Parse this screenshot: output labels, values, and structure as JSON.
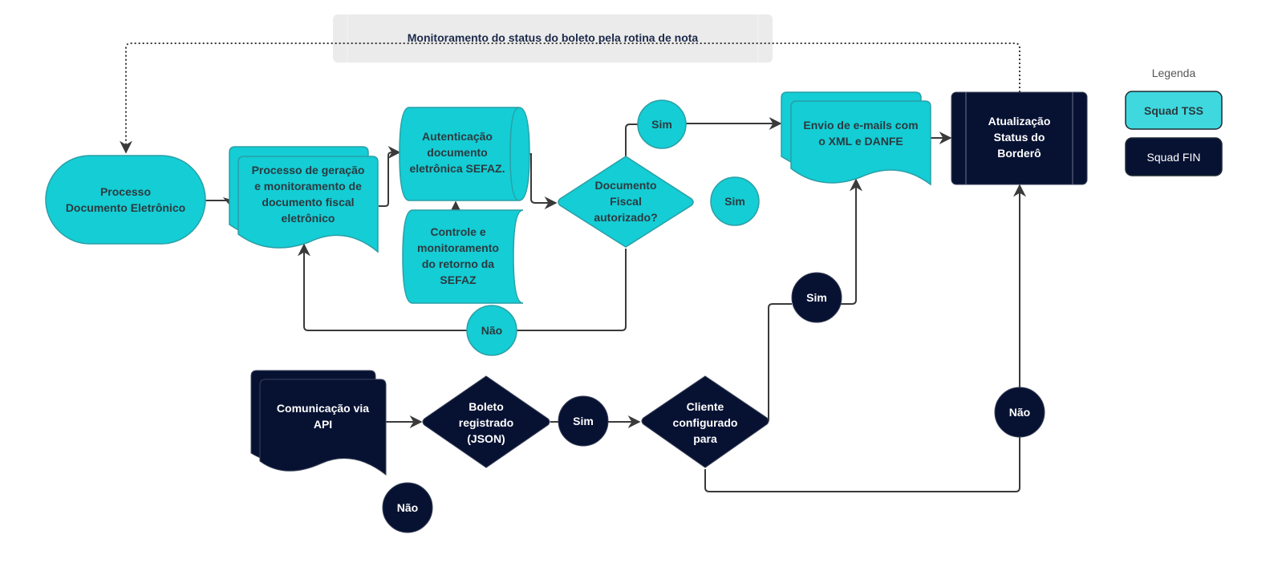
{
  "colors": {
    "tss": "#14cdd5",
    "tss_stroke": "#2a9fa6",
    "fin": "#071233",
    "fin_stroke": "#3b4258",
    "connector": "#3a3a3a",
    "banner_bg": "#ebebeb",
    "legend_tss": "#3fd8de"
  },
  "banner": {
    "label": "Monitoramento do status do boleto pela rotina de nota"
  },
  "nodes": {
    "processo_doc": {
      "label": "Processo\nDocumento Eletrônico",
      "squad": "TSS",
      "shape": "terminator"
    },
    "processo_geracao": {
      "label": "Processo de geração\ne monitoramento de\ndocumento fiscal\neletrônico",
      "squad": "TSS",
      "shape": "multi-document"
    },
    "autenticacao": {
      "label": "Autenticação\ndocumento\neletrônica SEFAZ.",
      "squad": "TSS",
      "shape": "stored-data"
    },
    "controle": {
      "label": "Controle e\nmonitoramento\ndo retorno da\nSEFAZ",
      "squad": "TSS",
      "shape": "stored-data"
    },
    "doc_autorizado": {
      "label": "Documento\nFiscal\nautorizado?",
      "squad": "TSS",
      "shape": "decision"
    },
    "sim_top": {
      "label": "Sim",
      "squad": "TSS",
      "shape": "connector"
    },
    "sim_mid": {
      "label": "Sim",
      "squad": "TSS",
      "shape": "connector"
    },
    "nao_top": {
      "label": "Não",
      "squad": "TSS",
      "shape": "connector"
    },
    "envio_emails": {
      "label": "Envio de e-mails com\no XML e DANFE",
      "squad": "TSS",
      "shape": "multi-document"
    },
    "atualizacao": {
      "label": "Atualização\nStatus do\nBorderô",
      "squad": "FIN",
      "shape": "predefined-process"
    },
    "comunicacao_api": {
      "label": "Comunicação via\nAPI",
      "squad": "FIN",
      "shape": "multi-document"
    },
    "boleto_registrado": {
      "label": "Boleto\nregistrado\n(JSON)",
      "squad": "FIN",
      "shape": "decision"
    },
    "sim_boleto": {
      "label": "Sim",
      "squad": "FIN",
      "shape": "connector"
    },
    "cliente_configurado": {
      "label": "Cliente\nconfigurado\npara",
      "squad": "FIN",
      "shape": "decision"
    },
    "sim_cliente": {
      "label": "Sim",
      "squad": "FIN",
      "shape": "connector"
    },
    "nao_cliente": {
      "label": "Não",
      "squad": "FIN",
      "shape": "connector"
    },
    "nao_bottom": {
      "label": "Não",
      "squad": "FIN",
      "shape": "connector"
    }
  },
  "edges": [
    {
      "from": "processo_doc",
      "to": "processo_geracao"
    },
    {
      "from": "processo_geracao",
      "to": "autenticacao"
    },
    {
      "from": "controle",
      "to": "autenticacao"
    },
    {
      "from": "autenticacao",
      "to": "doc_autorizado"
    },
    {
      "from": "doc_autorizado",
      "to": "sim_top"
    },
    {
      "from": "sim_top",
      "to": "envio_emails"
    },
    {
      "from": "doc_autorizado",
      "to": "nao_top"
    },
    {
      "from": "nao_top",
      "to": "processo_geracao"
    },
    {
      "from": "envio_emails",
      "to": "atualizacao"
    },
    {
      "from": "atualizacao",
      "to": "processo_doc",
      "style": "dotted",
      "label": "banner"
    },
    {
      "from": "comunicacao_api",
      "to": "boleto_registrado"
    },
    {
      "from": "boleto_registrado",
      "to": "sim_boleto"
    },
    {
      "from": "sim_boleto",
      "to": "cliente_configurado"
    },
    {
      "from": "cliente_configurado",
      "to": "sim_cliente"
    },
    {
      "from": "sim_cliente",
      "to": "envio_emails"
    },
    {
      "from": "cliente_configurado",
      "to": "nao_cliente"
    },
    {
      "from": "nao_cliente",
      "to": "atualizacao"
    }
  ],
  "legend": {
    "title": "Legenda",
    "items": [
      {
        "label": "Squad TSS",
        "squad": "TSS"
      },
      {
        "label": "Squad FIN",
        "squad": "FIN"
      }
    ]
  }
}
